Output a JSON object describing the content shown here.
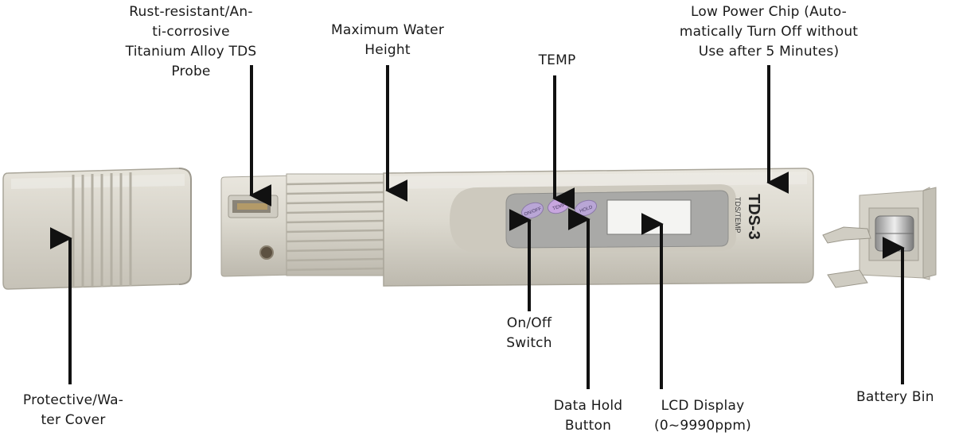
{
  "device": {
    "model": "TDS-3",
    "submodel": "TDS/TEMP",
    "buttons": [
      "ON/OFF",
      "TEMP",
      "HOLD"
    ]
  },
  "labels": {
    "probe": [
      "Rust-resistant/An-",
      "ti-corrosive",
      "Titanium Alloy TDS",
      "Probe"
    ],
    "max_water": [
      "Maximum Water",
      "Height"
    ],
    "temp": [
      "TEMP"
    ],
    "low_power": [
      "Low Power Chip (Auto-",
      "matically Turn Off without",
      "Use after 5 Minutes)"
    ],
    "cover": [
      "Protective/Wa-",
      "ter Cover"
    ],
    "onoff": [
      "On/Off",
      "Switch"
    ],
    "hold": [
      "Data Hold",
      "Button"
    ],
    "lcd": [
      "LCD Display",
      "(0~9990ppm)"
    ],
    "battery": [
      "Battery Bin"
    ]
  },
  "colors": {
    "body": "#dcd9cf",
    "body_shadow": "#b9b5aa",
    "panel": "#a8a8a6",
    "lcd": "#f4f4f2",
    "button": "#b9a6d6",
    "arrow": "#111111"
  }
}
